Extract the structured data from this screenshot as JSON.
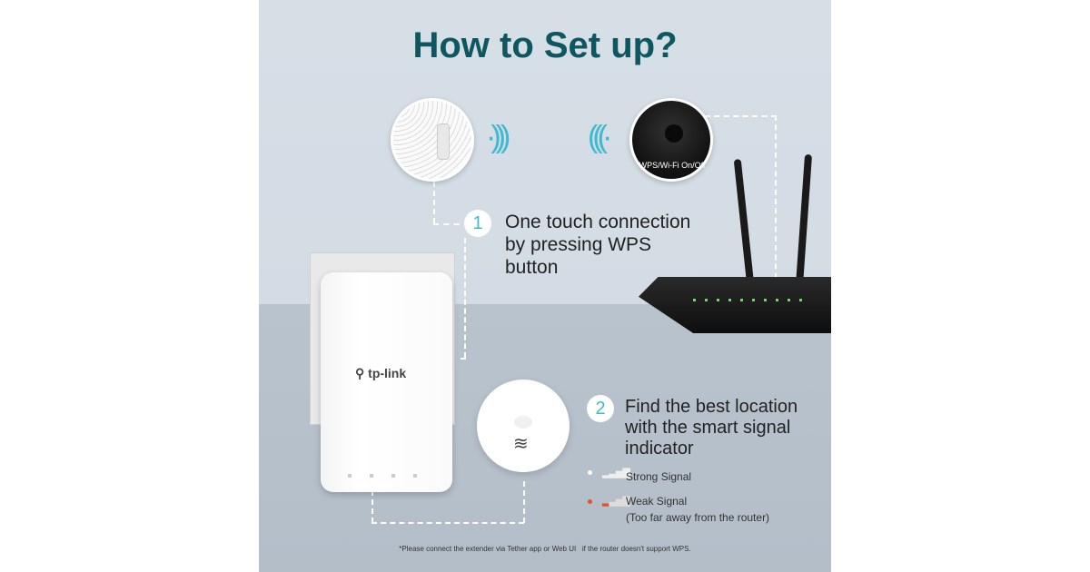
{
  "title": "How to Set up?",
  "router_label": "WPS/Wi-Fi On/Off",
  "brand": "tp-link",
  "steps": [
    {
      "number": "1",
      "text": [
        "One touch connection",
        "by pressing WPS",
        "button"
      ]
    },
    {
      "number": "2",
      "text": [
        "Find the best location",
        "with the smart signal",
        "indicator"
      ]
    }
  ],
  "signals": [
    {
      "label": "Strong Signal",
      "color": "#ffffff"
    },
    {
      "label": "Weak Signal",
      "sub": "(Too far away from the router)",
      "color": "#e0532c"
    }
  ],
  "footnote": "*Please connect the extender via Tether app or Web UI   if the router doesn't support WPS.",
  "colors": {
    "title": "#0e5660",
    "accent": "#41b9d0"
  }
}
